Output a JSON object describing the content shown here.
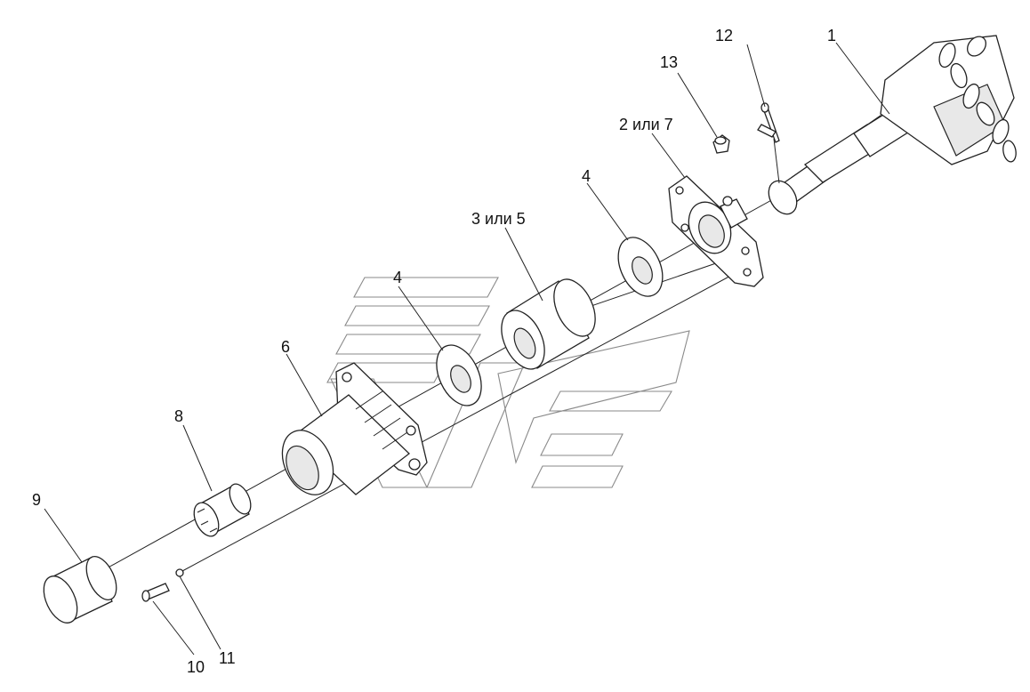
{
  "diagram": {
    "labels": {
      "part_1": "1",
      "part_2_7": "2 или 7",
      "part_3_5": "3 или 5",
      "part_4_upper": "4",
      "part_4_lower": "4",
      "part_6": "6",
      "part_8": "8",
      "part_9": "9",
      "part_10": "10",
      "part_11": "11",
      "part_12": "12",
      "part_13": "13"
    }
  }
}
